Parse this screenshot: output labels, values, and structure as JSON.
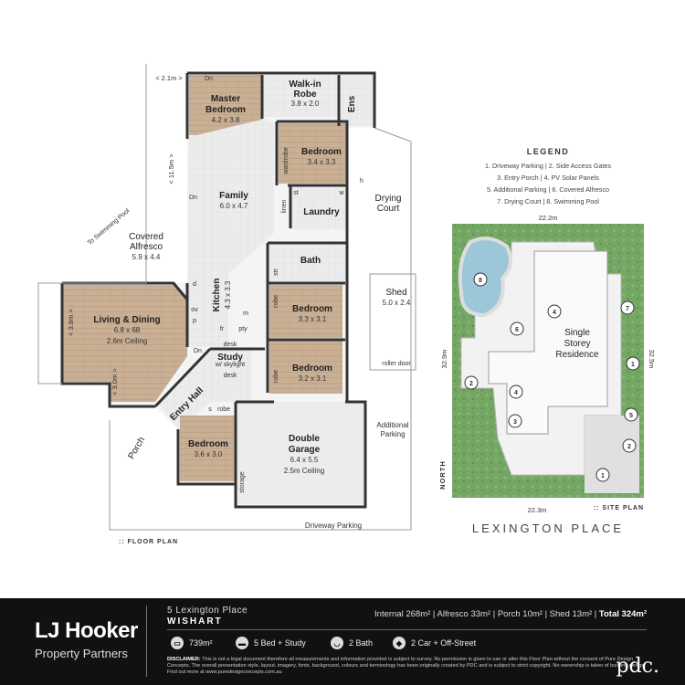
{
  "floor_plan": {
    "label": ":: FLOOR PLAN",
    "rooms": {
      "master": {
        "name": "Master",
        "name2": "Bedroom",
        "dims": "4.2 x 3.8"
      },
      "walkin": {
        "name": "Walk-in",
        "name2": "Robe",
        "dims": "3.8 x 2.0"
      },
      "ens": "Ens",
      "bed2": {
        "name": "Bedroom",
        "dims": "3.4 x 3.3"
      },
      "wardrobe": "wardrobe",
      "family": {
        "name": "Family",
        "dims": "6.0 x 4.7"
      },
      "linen": "linen",
      "st": "st",
      "w": "w",
      "laundry": "Laundry",
      "bath": "Bath",
      "str": "str",
      "kitchen": {
        "name": "Kitchen",
        "dims": "4.3 x 3.3"
      },
      "d": "d",
      "ov": "ov",
      "p": "p",
      "m": "m",
      "fr": "fr",
      "pty": "pty",
      "desk1": "desk",
      "desk2": "desk",
      "study": {
        "name": "Study",
        "sub": "w/ skylight"
      },
      "bed3": {
        "name": "Bedroom",
        "dims": "3.3 x 3.1",
        "robe": "robe"
      },
      "bed4": {
        "name": "Bedroom",
        "dims": "3.2 x 3.1",
        "robe": "robe"
      },
      "living": {
        "name": "Living & Dining",
        "dims": "6.8 x 68",
        "ceiling": "2.6m Ceiling"
      },
      "entry": "Entry Hall",
      "s": "s",
      "robe5": "robe",
      "bed5": {
        "name": "Bedroom",
        "dims": "3.6 x 3.0"
      },
      "storage": "storage",
      "garage": {
        "name": "Double",
        "name2": "Garage",
        "dims": "6.4 x 5.5",
        "ceiling": "2.5m Ceiling"
      },
      "alfresco": {
        "name": "Covered",
        "name2": "Alfresco",
        "dims": "5.9 x 4.4"
      },
      "drying": {
        "name": "Drying",
        "name2": "Court"
      },
      "shed": {
        "name": "Shed",
        "dims": "5.0 x 2.4",
        "door": "roller door"
      },
      "porch": "Porch",
      "add_parking": {
        "l1": "Additional",
        "l2": "Parking"
      },
      "driveway": "Driveway Parking",
      "pool": "To Swimming Pool"
    },
    "dims": {
      "d1": "< 2.1m >",
      "d2": "< 11.5m >",
      "d3": "< 3.8m >",
      "d4": "< 3.0m >"
    },
    "dn": [
      "Dn",
      "Dn",
      "Dn"
    ],
    "h": "h"
  },
  "legend": {
    "title": "LEGEND",
    "rows": [
      "1. Driveway Parking  |  2. Side Access Gates",
      "3. Entry Porch  |  4. PV Solar Panels",
      "5. Additional Parking  |  6. Covered Alfresco",
      "7. Drying Court  |  8. Swimming Pool"
    ]
  },
  "site_plan": {
    "label": ":: SITE PLAN",
    "top": "22.2m",
    "left": "32.9m",
    "right": "32.5m",
    "bottom": "22.3m",
    "north": "NORTH",
    "residence": [
      "Single",
      "Storey",
      "Residence"
    ],
    "markers": [
      "8",
      "6",
      "4",
      "7",
      "1",
      "2",
      "4",
      "3",
      "5",
      "2",
      "1"
    ],
    "street": "LEXINGTON PLACE"
  },
  "footer": {
    "brand": "LJ Hooker",
    "brand_sub": "Property Partners",
    "address": "5 Lexington Place",
    "suburb": "WISHART",
    "areas": "Internal 268m²  |  Alfresco 33m²  |  Porch 10m²  |  Shed 13m²  |",
    "total": "Total 324m²",
    "features": [
      {
        "icon": "land-icon",
        "text": "739m²"
      },
      {
        "icon": "bed-icon",
        "text": "5 Bed + Study"
      },
      {
        "icon": "bath-icon",
        "text": "2 Bath"
      },
      {
        "icon": "car-icon",
        "text": "2 Car + Off-Street"
      }
    ],
    "disclaimer_title": "DISCLAIMER:",
    "disclaimer": "This is not a legal document therefore all measurements and information provided is subject to survey. No permission is given to use or alter this Floor Plan without the consent of Pure Design Concepts. The overall presentation style, layout, imagery, fonts, background, colours and terminology has been originally created by PDC and is subject to strict copyright. No ownership is taken of building design. Find out more at www.puredesignconcepts.com.au",
    "logo": "pdc."
  },
  "colors": {
    "wood": "#c8ae93",
    "tile": "#e6e6e6",
    "wall": "#333333",
    "lawn": "#7aa86a",
    "footer": "#111111"
  }
}
